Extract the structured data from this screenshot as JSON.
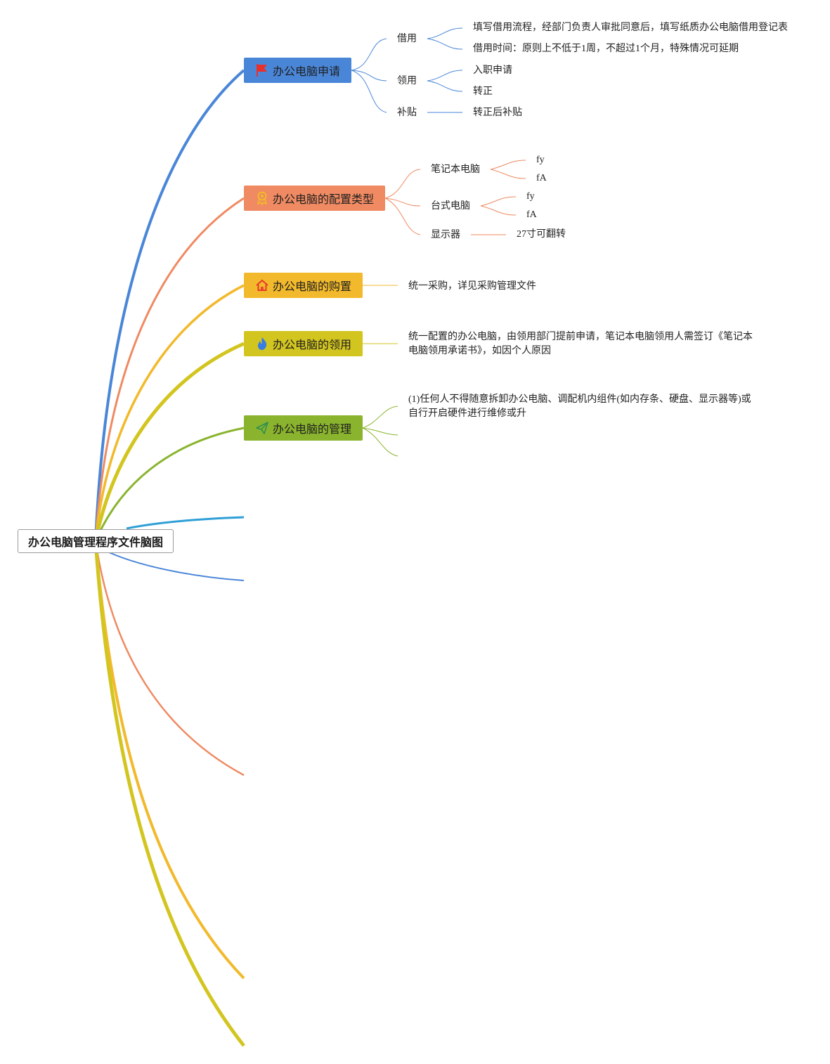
{
  "root": {
    "label": "办公电脑管理程序文件脑图"
  },
  "colors": {
    "blue": "#4a86d8",
    "salmon": "#ef8a62",
    "yellow": "#f2b92c",
    "olive": "#d3c520",
    "green": "#8ab42e",
    "cyan": "#2f9fd6",
    "flag_red": "#e8302b",
    "fire_blue": "#3a7de0",
    "plane_green": "#2f8f4f",
    "home_red": "#e83b2a",
    "ribbon_gold": "#f2b92c"
  },
  "branches": [
    {
      "label": "办公电脑申请",
      "icon": "flag-icon",
      "children": [
        {
          "label": "借用",
          "children": [
            "填写借用流程，经部门负责人审批同意后，填写纸质办公电脑借用登记表",
            "借用时间：原则上不低于1周，不超过1个月，特殊情况可延期"
          ]
        },
        {
          "label": "领用",
          "children": [
            "入职申请",
            "转正"
          ]
        },
        {
          "label": "补贴",
          "children": [
            "转正后补贴"
          ]
        }
      ]
    },
    {
      "label": "办公电脑的配置类型",
      "icon": "ribbon-icon",
      "children": [
        {
          "label": "笔记本电脑",
          "children": [
            "fy",
            "fA"
          ]
        },
        {
          "label": "台式电脑",
          "children": [
            "fy",
            "fA"
          ]
        },
        {
          "label": "显示器",
          "children": [
            "27寸可翻转"
          ]
        }
      ]
    },
    {
      "label": "办公电脑的购置",
      "icon": "home-icon",
      "note": "统一采购，详见采购管理文件"
    },
    {
      "label": "办公电脑的领用",
      "icon": "fire-icon",
      "note": "统一配置的办公电脑，由领用部门提前申请，笔记本电脑领用人需签订《笔记本电脑领用承诺书》，如因个人原因"
    },
    {
      "label": "办公电脑的管理",
      "icon": "paper-plane-icon",
      "note": "(1)任何人不得随意拆卸办公电脑、调配机内组件(如内存条、硬盘、显示器等)或自行开启硬件进行维修或升"
    }
  ]
}
